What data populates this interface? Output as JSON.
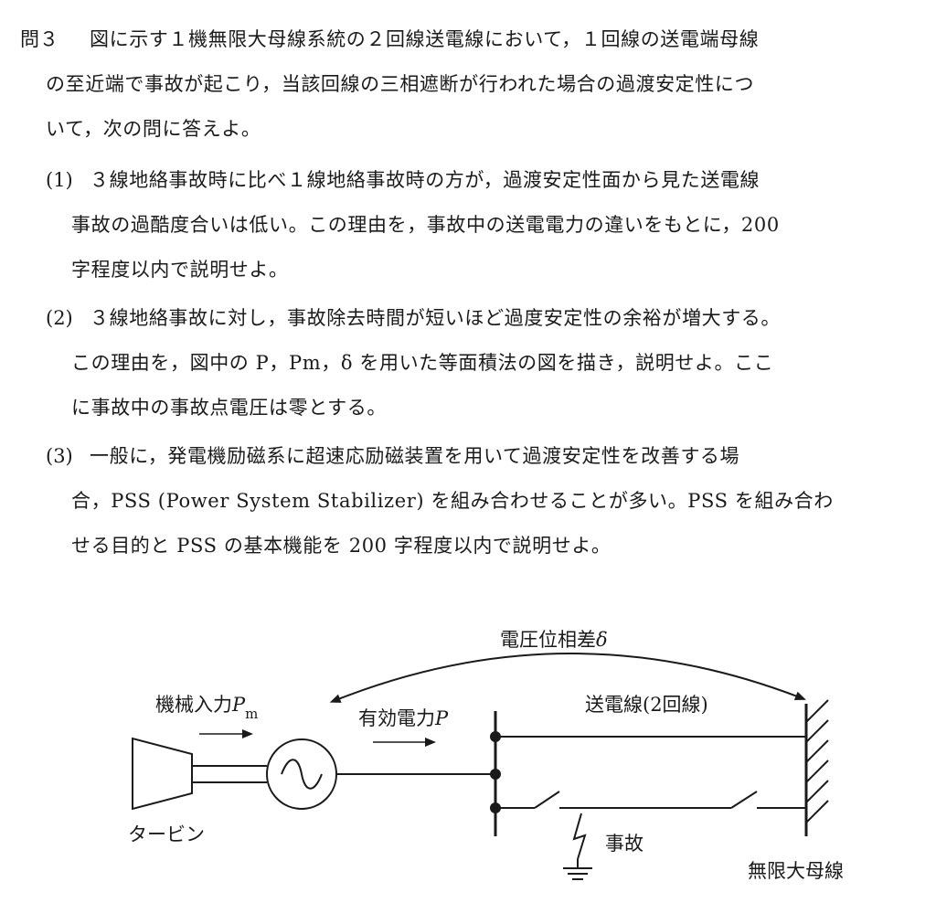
{
  "question": {
    "number": "問３",
    "intro_lines": [
      "図に示す１機無限大母線系統の２回線送電線において，１回線の送電端母線",
      "の至近端で事故が起こり，当該回線の三相遮断が行われた場合の過渡安定性につ",
      "いて，次の問に答えよ。"
    ],
    "subquestions": [
      {
        "label": "(1)",
        "lines": [
          "３線地絡事故時に比べ１線地絡事故時の方が，過渡安定性面から見た送電線",
          "事故の過酷度合いは低い。この理由を，事故中の送電電力の違いをもとに，200",
          "字程度以内で説明せよ。"
        ]
      },
      {
        "label": "(2)",
        "lines": [
          "３線地絡事故に対し，事故除去時間が短いほど過度安定性の余裕が増大する。",
          "この理由を，図中の P，Pm，δ を用いた等面積法の図を描き，説明せよ。ここ",
          "に事故中の事故点電圧は零とする。"
        ]
      },
      {
        "label": "(3)",
        "lines": [
          "一般に，発電機励磁系に超速応励磁装置を用いて過渡安定性を改善する場",
          "合，PSS (Power System Stabilizer) を組み合わせることが多い。PSS を組み合わ",
          "せる目的と PSS の基本機能を 200 字程度以内で説明せよ。"
        ]
      }
    ]
  },
  "figure": {
    "phase_label": "電圧位相差",
    "phase_symbol": "δ",
    "mech_label": "機械入力",
    "mech_symbol": "P",
    "mech_sub": "m",
    "power_label": "有効電力",
    "power_symbol": "P",
    "line_label": "送電線(2回線)",
    "turbine_label": "タービン",
    "fault_label": "事故",
    "bus_label": "無限大母線"
  }
}
